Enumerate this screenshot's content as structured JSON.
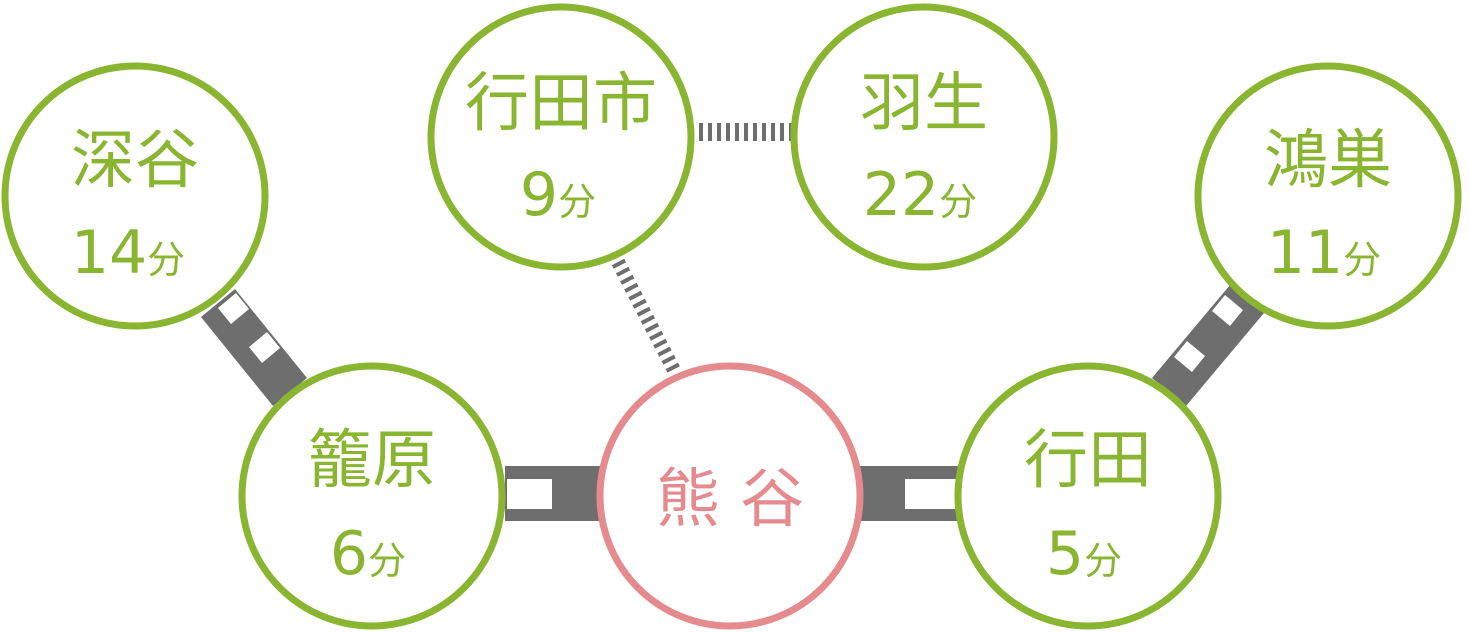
{
  "diagram": {
    "colors": {
      "station_ring": "#8ab530",
      "hub_ring": "#e58a8e",
      "rail": "#6e6e6e",
      "fill": "#ffffff"
    },
    "hub": {
      "name": "熊 谷"
    },
    "stations": {
      "fukaya": {
        "name": "深谷",
        "time": "14",
        "unit": "分"
      },
      "kagohara": {
        "name": "籠原",
        "time": "6",
        "unit": "分"
      },
      "gyodashi": {
        "name": "行田市",
        "time": "9",
        "unit": "分"
      },
      "hanyu": {
        "name": "羽生",
        "time": "22",
        "unit": "分"
      },
      "gyoda": {
        "name": "行田",
        "time": "5",
        "unit": "分"
      },
      "konosu": {
        "name": "鴻巣",
        "time": "11",
        "unit": "分"
      }
    }
  }
}
